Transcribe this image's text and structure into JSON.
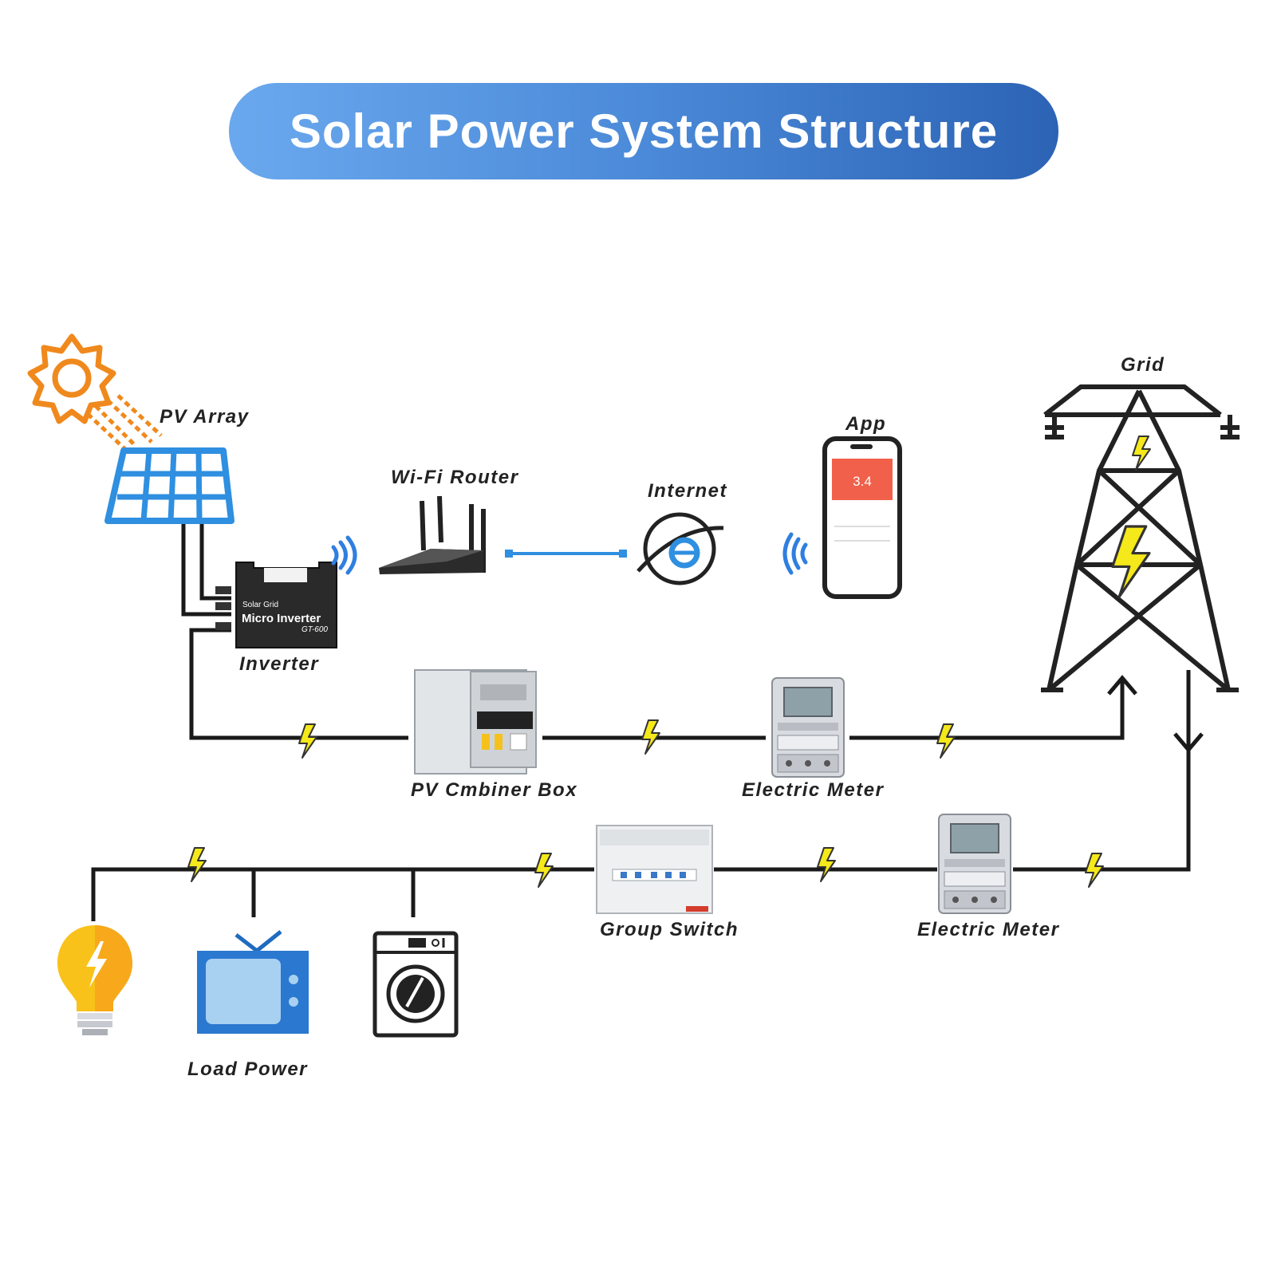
{
  "title": "Solar Power System Structure",
  "labels": {
    "pv_array": "PV Array",
    "wifi_router": "Wi-Fi Router",
    "internet": "Internet",
    "app": "App",
    "grid": "Grid",
    "inverter": "Inverter",
    "pv_combiner_box": "PV Cmbiner Box",
    "electric_meter_top": "Electric Meter",
    "group_switch": "Group Switch",
    "electric_meter_bottom": "Electric Meter",
    "load_power": "Load Power"
  },
  "inverter_device": {
    "brand": "Solar Grid",
    "name": "Micro Inverter",
    "model": "GT-600"
  },
  "app_screen": {
    "value": "3.4"
  },
  "colors": {
    "title_gradient": [
      "#6aa8ee",
      "#2c63b5"
    ],
    "sun": "#f0891d",
    "panel": "#2f8fe0",
    "wifi": "#2f7fe0",
    "bolt": "#f5e81b",
    "wire": "#1a1a1a",
    "app_header": "#f0604a"
  },
  "icons": [
    "sun-icon",
    "solar-panel-icon",
    "wifi-signal-icon",
    "router-icon",
    "globe-icon",
    "smartphone-icon",
    "transmission-tower-icon",
    "lightning-bolt-icon",
    "combiner-box-icon",
    "electric-meter-icon",
    "breaker-panel-icon",
    "light-bulb-icon",
    "tv-icon",
    "washing-machine-icon"
  ]
}
